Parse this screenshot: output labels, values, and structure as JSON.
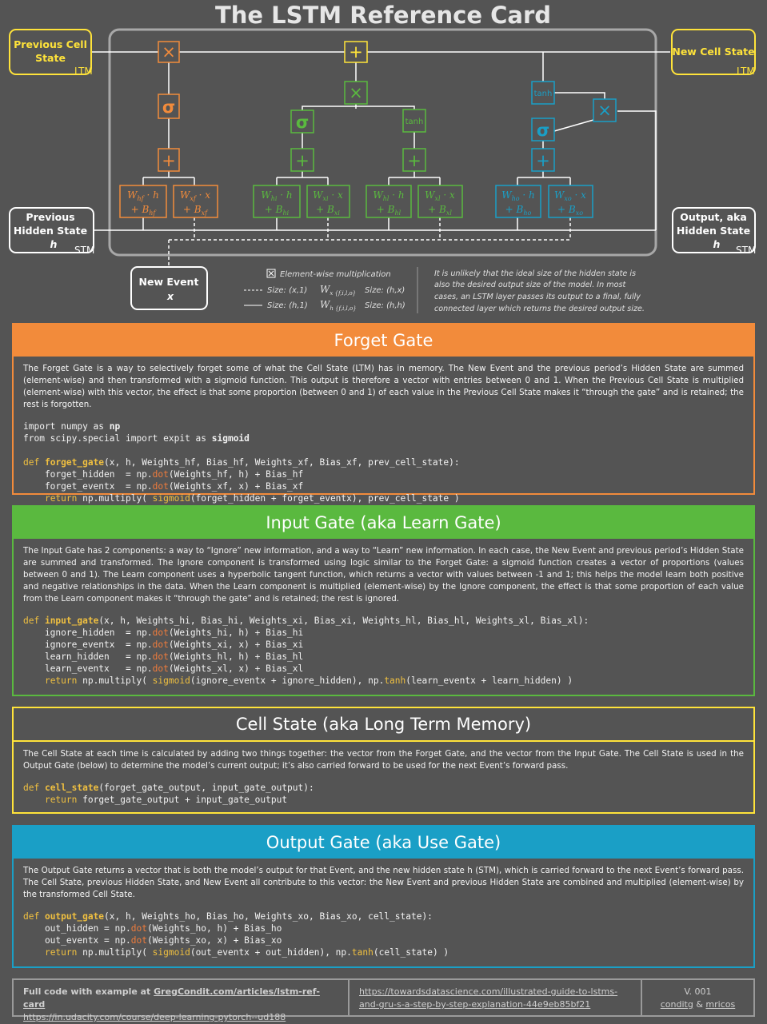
{
  "title": "The LSTM Reference Card",
  "colors": {
    "forget": "#f28b3b",
    "input": "#5ab93f",
    "cell": "#ffe33a",
    "output": "#1a9fc6",
    "background": "#545454"
  },
  "diagram": {
    "prev_cell": [
      "Previous Cell",
      "State"
    ],
    "prev_cell_tag": "LTM",
    "new_cell": "New Cell State",
    "new_cell_tag": "LTM",
    "prev_hidden": [
      "Previous",
      "Hidden State",
      "h"
    ],
    "prev_hidden_tag": "STM",
    "output_hidden": [
      "Output, aka",
      "Hidden State",
      "h"
    ],
    "output_hidden_tag": "STM",
    "new_event": [
      "New Event",
      "x"
    ],
    "ops": {
      "mult": "×",
      "add": "+",
      "sigma": "σ",
      "tanh": "tanh"
    },
    "weights": {
      "forget": [
        [
          "W",
          "hf",
          "h",
          "B",
          "hf"
        ],
        [
          "W",
          "xf",
          "x",
          "B",
          "xf"
        ]
      ],
      "ignore": [
        [
          "W",
          "hi",
          "h",
          "B",
          "hi"
        ],
        [
          "W",
          "xi",
          "x",
          "B",
          "xi"
        ]
      ],
      "learn": [
        [
          "W",
          "hl",
          "h",
          "B",
          "hl"
        ],
        [
          "W",
          "xl",
          "x",
          "B",
          "xl"
        ]
      ],
      "output": [
        [
          "W",
          "ho",
          "h",
          "B",
          "ho"
        ],
        [
          "W",
          "xo",
          "x",
          "B",
          "xo"
        ]
      ]
    },
    "legend": {
      "mult": "Element-wise multiplication",
      "dashed_size": "Size: (x,1)",
      "solid_size": "Size: (h,1)",
      "wx": "W",
      "wx_sub": "x {f,i,l,o}",
      "wx_size": "Size: (h,x)",
      "wh": "W",
      "wh_sub": "h {f,i,l,o}",
      "wh_size": "Size: (h,h)"
    },
    "note": [
      "It is unlikely that the ideal size of the hidden state is",
      "also the desired output size of the model. In most",
      "cases, an LSTM layer passes its output to a final, fully",
      "connected layer which returns the desired output size."
    ]
  },
  "sections": {
    "forget": {
      "title": "Forget Gate",
      "desc": "The Forget Gate is a way to selectively forget some of what the Cell State (LTM) has in memory. The New Event and the previous period’s Hidden State are summed (element-wise) and then transformed with a sigmoid function. This output is therefore a vector with entries between 0 and 1. When the Previous Cell State is multiplied (element-wise) with this vector, the effect is that some proportion (between 0 and 1) of each value in the Previous Cell State makes it “through the gate” and is retained; the rest is forgotten.",
      "code": [
        [
          [
            "p",
            "import numpy as "
          ],
          [
            "bd",
            "np"
          ]
        ],
        [
          [
            "p",
            "from scipy.special import expit as "
          ],
          [
            "bd",
            "sigmoid"
          ]
        ],
        [],
        [
          [
            "kw",
            "def "
          ],
          [
            "fn",
            "forget_gate"
          ],
          [
            "p",
            "(x, h, Weights_hf, Bias_hf, Weights_xf, Bias_xf, prev_cell_state):"
          ]
        ],
        [
          [
            "p",
            "    forget_hidden  = np."
          ],
          [
            "at",
            "dot"
          ],
          [
            "p",
            "(Weights_hf, h) + Bias_hf"
          ]
        ],
        [
          [
            "p",
            "    forget_eventx  = np."
          ],
          [
            "at",
            "dot"
          ],
          [
            "p",
            "(Weights_xf, x) + Bias_xf"
          ]
        ],
        [
          [
            "p",
            "    "
          ],
          [
            "kw",
            "return"
          ],
          [
            "p",
            " np.multiply( "
          ],
          [
            "kw",
            "sigmoid"
          ],
          [
            "p",
            "(forget_hidden + forget_eventx), prev_cell_state )"
          ]
        ]
      ]
    },
    "input": {
      "title": "Input Gate (aka Learn Gate)",
      "desc": "The Input Gate has 2 components: a way to “Ignore” new information, and a way to “Learn” new information. In each case, the New Event and previous period’s Hidden State are summed and transformed. The Ignore component is transformed using logic similar to the Forget Gate: a sigmoid function creates a vector of proportions (values between 0 and 1). The Learn component uses a hyperbolic tangent function, which returns a vector with values between -1 and 1; this helps the model learn both positive and negative relationships in the data. When the Learn component is multiplied (element-wise) by the Ignore component, the effect is that some proportion of each value from the Learn component makes it “through the gate” and is retained; the rest is ignored.",
      "code": [
        [
          [
            "kw",
            "def "
          ],
          [
            "fn",
            "input_gate"
          ],
          [
            "p",
            "(x, h, Weights_hi, Bias_hi, Weights_xi, Bias_xi, Weights_hl, Bias_hl, Weights_xl, Bias_xl):"
          ]
        ],
        [
          [
            "p",
            "    ignore_hidden  = np."
          ],
          [
            "at",
            "dot"
          ],
          [
            "p",
            "(Weights_hi, h) + Bias_hi"
          ]
        ],
        [
          [
            "p",
            "    ignore_eventx  = np."
          ],
          [
            "at",
            "dot"
          ],
          [
            "p",
            "(Weights_xi, x) + Bias_xi"
          ]
        ],
        [
          [
            "p",
            "    learn_hidden   = np."
          ],
          [
            "at",
            "dot"
          ],
          [
            "p",
            "(Weights_hl, h) + Bias_hl"
          ]
        ],
        [
          [
            "p",
            "    learn_eventx   = np."
          ],
          [
            "at",
            "dot"
          ],
          [
            "p",
            "(Weights_xl, x) + Bias_xl"
          ]
        ],
        [
          [
            "p",
            "    "
          ],
          [
            "kw",
            "return"
          ],
          [
            "p",
            " np.multiply( "
          ],
          [
            "kw",
            "sigmoid"
          ],
          [
            "p",
            "(ignore_eventx + ignore_hidden), np."
          ],
          [
            "kw",
            "tanh"
          ],
          [
            "p",
            "(learn_eventx + learn_hidden) )"
          ]
        ]
      ]
    },
    "cell": {
      "title": "Cell State (aka Long Term Memory)",
      "desc": "The Cell State at each time is calculated by adding two things together: the vector from the Forget Gate, and the vector from the Input Gate. The Cell State is used in the Output Gate (below) to determine the model’s current output; it’s also carried forward to be used for the next Event’s forward pass.",
      "code": [
        [
          [
            "kw",
            "def "
          ],
          [
            "fn",
            "cell_state"
          ],
          [
            "p",
            "(forget_gate_output, input_gate_output):"
          ]
        ],
        [
          [
            "p",
            "    "
          ],
          [
            "kw",
            "return"
          ],
          [
            "p",
            " forget_gate_output + input_gate_output"
          ]
        ]
      ]
    },
    "output": {
      "title": "Output Gate (aka Use Gate)",
      "desc": "The Output Gate returns a vector that is both the model’s output for that Event, and the new hidden state h (STM), which is carried forward to the next Event’s forward pass. The Cell State, previous Hidden State, and New Event all contribute to this vector: the New Event and previous Hidden State are combined and multiplied (element-wise) by the transformed Cell State.",
      "code": [
        [
          [
            "kw",
            "def "
          ],
          [
            "fn",
            "output_gate"
          ],
          [
            "p",
            "(x, h, Weights_ho, Bias_ho, Weights_xo, Bias_xo, cell_state):"
          ]
        ],
        [
          [
            "p",
            "    out_hidden = np."
          ],
          [
            "at",
            "dot"
          ],
          [
            "p",
            "(Weights_ho, h) + Bias_ho"
          ]
        ],
        [
          [
            "p",
            "    out_eventx = np."
          ],
          [
            "at",
            "dot"
          ],
          [
            "p",
            "(Weights_xo, x) + Bias_xo"
          ]
        ],
        [
          [
            "p",
            "    "
          ],
          [
            "kw",
            "return"
          ],
          [
            "p",
            " np.multiply( "
          ],
          [
            "kw",
            "sigmoid"
          ],
          [
            "p",
            "(out_eventx + out_hidden), np."
          ],
          [
            "kw",
            "tanh"
          ],
          [
            "p",
            "(cell_state) )"
          ]
        ]
      ]
    }
  },
  "footer": {
    "code_prefix": "Full code with example at ",
    "code_link": "GregCondit.com/articles/lstm-ref-card",
    "udacity_link": "https://in.udacity.com/course/deep-learning-pytorch--ud188",
    "tds_link_1": "https://towardsdatascience.com/illustrated-guide-to-lstms-",
    "tds_link_2": "and-gru-s-a-step-by-step-explanation-44e9eb85bf21",
    "version": "V. 001",
    "author1": "conditg",
    "amp": "&",
    "author2": "mricos"
  }
}
